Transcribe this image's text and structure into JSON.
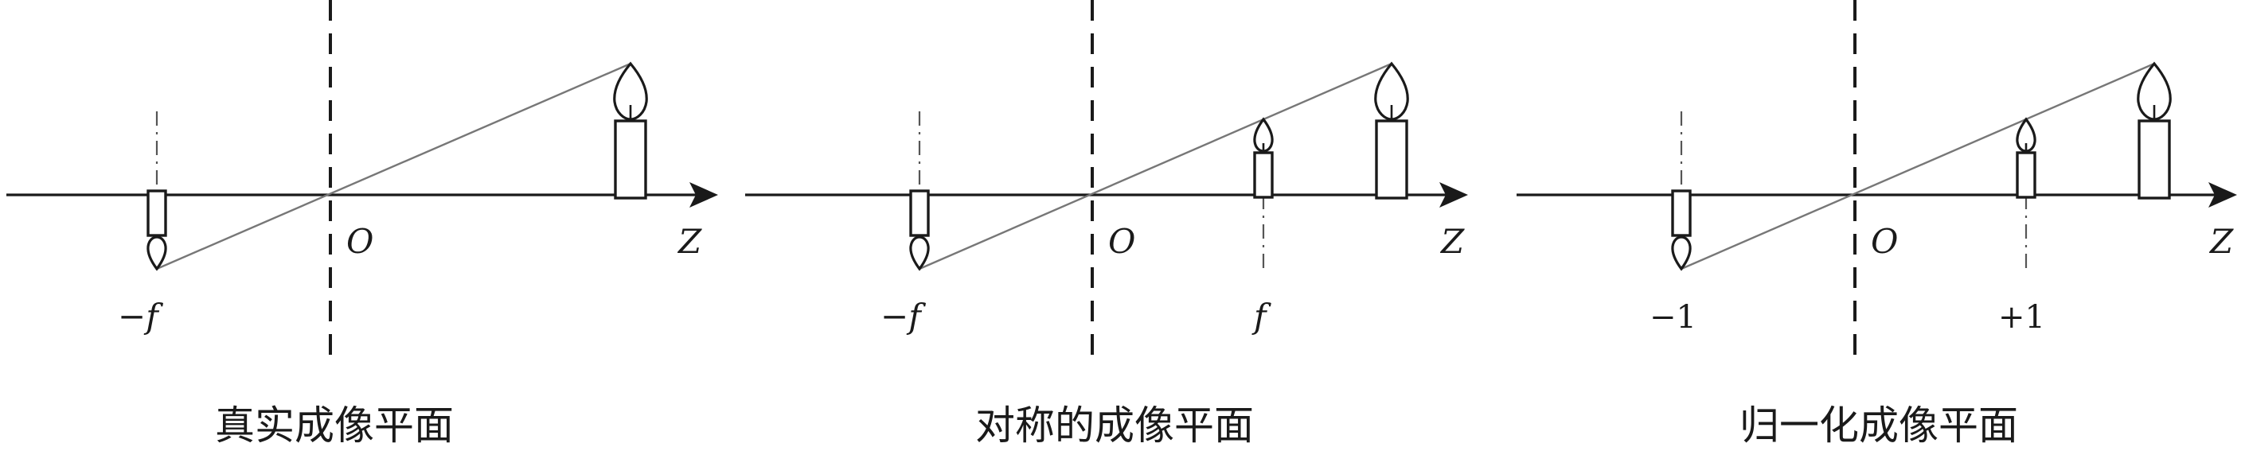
{
  "panels": [
    {
      "origin_label": "O",
      "axis_label": "Z",
      "image_plane_label": "−f",
      "virtual_plane_label": "",
      "caption": "真实成像平面"
    },
    {
      "origin_label": "O",
      "axis_label": "Z",
      "image_plane_label": "−f",
      "virtual_plane_label": "f",
      "caption": "对称的成像平面"
    },
    {
      "origin_label": "O",
      "axis_label": "Z",
      "image_plane_label": "−1",
      "virtual_plane_label": "+1",
      "caption": "归一化成像平面"
    }
  ],
  "icons": {
    "object": "candle-icon",
    "inverted_image": "inverted-candle-icon",
    "upright_image": "small-candle-icon"
  }
}
